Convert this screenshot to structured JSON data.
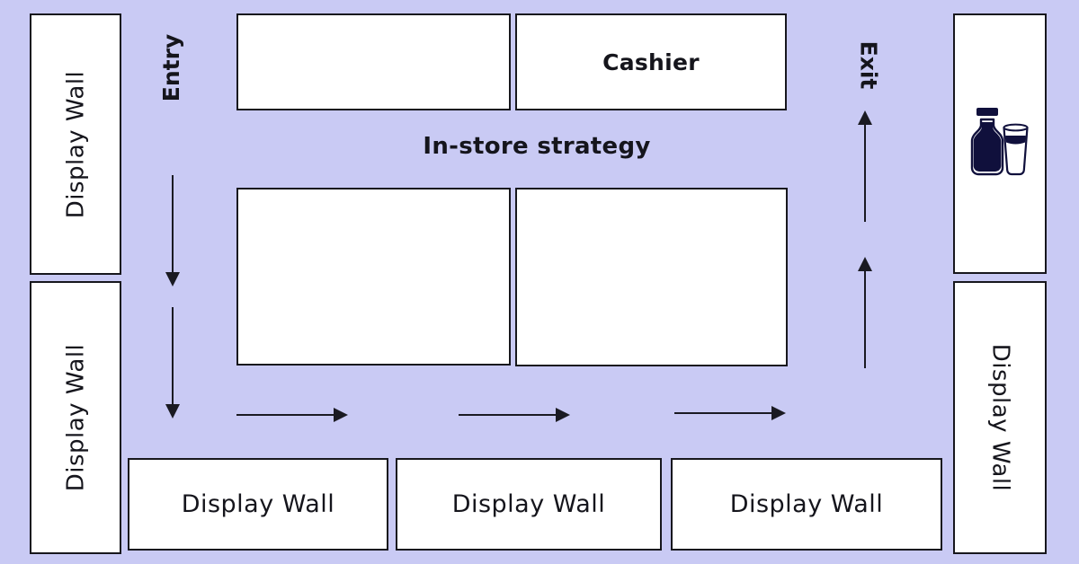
{
  "title": "In-store strategy",
  "colors": {
    "background": "#c9caf4",
    "box-fill": "#ffffff",
    "box-border": "#17171d",
    "text": "#15151c",
    "arrow": "#1a1a22",
    "icon": "#10103c"
  },
  "flow": {
    "entry_label": "Entry",
    "exit_label": "Exit"
  },
  "fixtures": {
    "cashier_label": "Cashier"
  },
  "walls": {
    "left_top_label": "Display Wall",
    "left_bottom_label": "Display Wall",
    "right_bottom_label": "Display Wall",
    "bottom_labels": [
      "Display Wall",
      "Display Wall",
      "Display Wall"
    ]
  },
  "icons": {
    "beverage": "milk-bottle-and-glass-icon"
  }
}
